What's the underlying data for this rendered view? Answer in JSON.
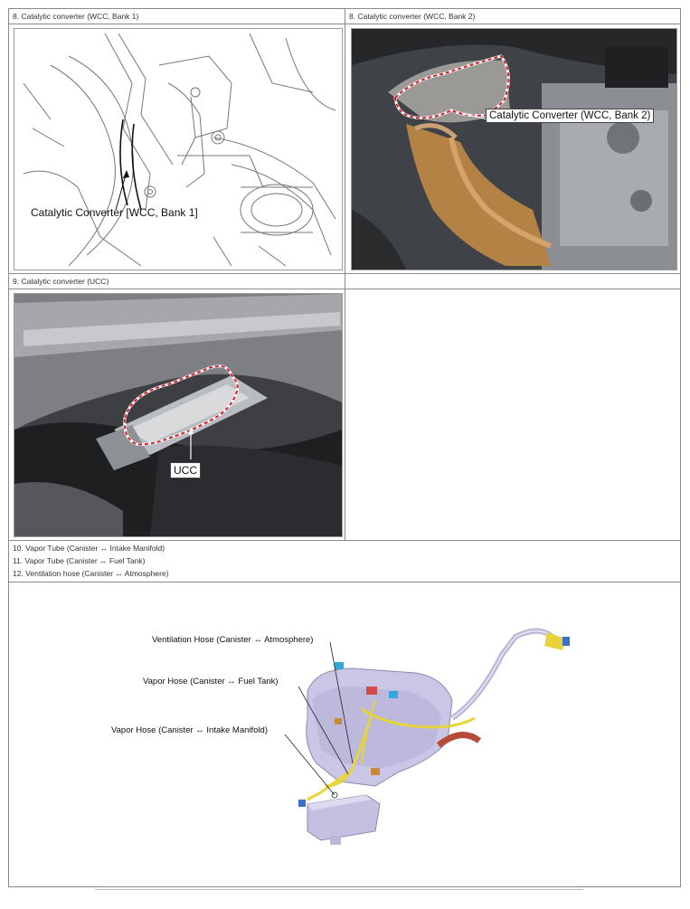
{
  "rows": {
    "r8": {
      "left_header": "8. Catalytic converter (WCC, Bank 1)",
      "right_header": "8. Catalytic converter (WCC, Bank 2)",
      "left_callout": "Catalytic Converter [WCC, Bank 1]",
      "right_callout": "Catalytic Converter (WCC, Bank 2)"
    },
    "r9": {
      "left_header": "9. Catalytic converter (UCC)",
      "right_header": "",
      "callout": "UCC"
    },
    "r10": {
      "lines": [
        "10. Vapor Tube (Canister ↔ Intake Manifold)",
        "11. Vapor Tube (Canister ↔ Fuel Tank)",
        "12. Ventilation hose (Canister ↔ Atmosphere)"
      ],
      "callouts": {
        "ventilation": "Ventilation Hose (Canister ↔ Atmosphere)",
        "fuel_tank": "Vapor Hose (Canister ↔ Fuel Tank)",
        "intake": "Vapor Hose (Canister ↔ Intake Manifold)"
      }
    }
  },
  "colors": {
    "highlight_dash": "#d0202a",
    "hose_yellow": "#e8d33a",
    "tank_lavender": "#c9c6e6",
    "pipe_bronze": "#b07a3a"
  }
}
